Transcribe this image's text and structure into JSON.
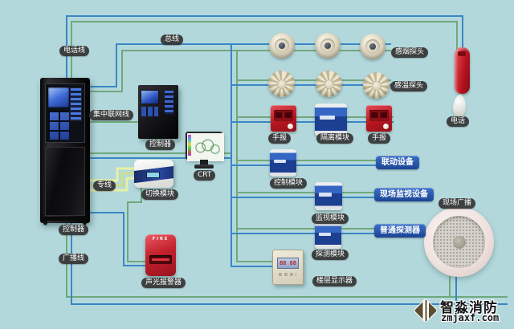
{
  "colors": {
    "background": "#b3d8dc",
    "wire_blue": "#3987c4",
    "wire_green": "#6fa87c",
    "wire_yellow": "#e9f0a4",
    "label_pill": "#343434",
    "badge_blue": "#2457ad",
    "alarm_red": "#c3202c",
    "module_blue": "#2b55b5"
  },
  "labels": {
    "telephone_line": "电话线",
    "bus_line": "总线",
    "central_network_line": "集中联网线",
    "dedicated_line": "专线",
    "broadcast_line": "广播线",
    "controller": "控制器",
    "crt": "CRT",
    "switch_module": "切换模块",
    "sound_light_alarm": "声光报警器",
    "manual_call_point": "手报",
    "isolation_module": "隔离模块",
    "control_module": "控制模块",
    "monitor_module": "监视模块",
    "detect_module": "探测模块",
    "floor_display": "楼层显示器",
    "smoke_detector": "感烟探头",
    "heat_detector": "感温探头",
    "phone": "电话",
    "site_broadcast": "现场广播"
  },
  "badges": {
    "linkage_equipment": "联动设备",
    "site_monitor_equipment": "现场监视设备",
    "ordinary_detector": "普通探测器"
  },
  "device_text": {
    "alarm_marking": "FIRE",
    "floor_display_lcd": "88 88"
  },
  "logo": {
    "company": "智淼消防",
    "website": "zmjaxf.com"
  }
}
